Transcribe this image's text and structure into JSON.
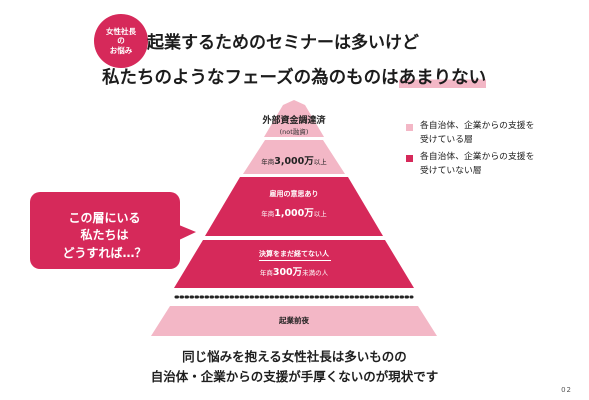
{
  "badge": {
    "lines": [
      "女性社長",
      "の",
      "お悩み"
    ]
  },
  "headline": {
    "line1": "起業するためのセミナーは多いけど",
    "line2_pre": "私たちのようなフェーズの為のものは",
    "line2_highlight": "あまりない"
  },
  "legend": [
    {
      "text": "各自治体、企業からの支援を受けている層",
      "line1": "各自治体、企業からの支援を",
      "line2": "受けている層",
      "color": "#f3b7c6"
    },
    {
      "text": "各自治体、企業からの支援を受けていない層",
      "line1": "各自治体、企業からの支援を",
      "line2": "受けていない層",
      "color": "#d6295a"
    }
  ],
  "pyramid": {
    "top_title": "外部資金調達済",
    "top_sub": "(not融資)",
    "tier2_prefix": "年商",
    "tier2_value": "3,000万",
    "tier2_suffix": "以上",
    "tier3_title": "雇用の意思あり",
    "tier3_prefix": "年商",
    "tier3_value": "1,000万",
    "tier3_suffix": "以上",
    "tier4_title": "決算をまだ経てない人",
    "tier4_prefix": "年商",
    "tier4_value": "300万",
    "tier4_suffix": "未満の人",
    "base_label": "起業前夜"
  },
  "bubble": {
    "line1": "この層にいる",
    "line2": "私たちは",
    "line3": "どうすれば…？"
  },
  "caption": {
    "line1": "同じ悩みを抱える女性社長は多いものの",
    "line2": "自治体・企業からの支援が手厚くないのが現状です"
  },
  "page_number": "02",
  "colors": {
    "accent": "#d6295a",
    "light": "#f3b7c6",
    "text": "#1f1f1f"
  }
}
